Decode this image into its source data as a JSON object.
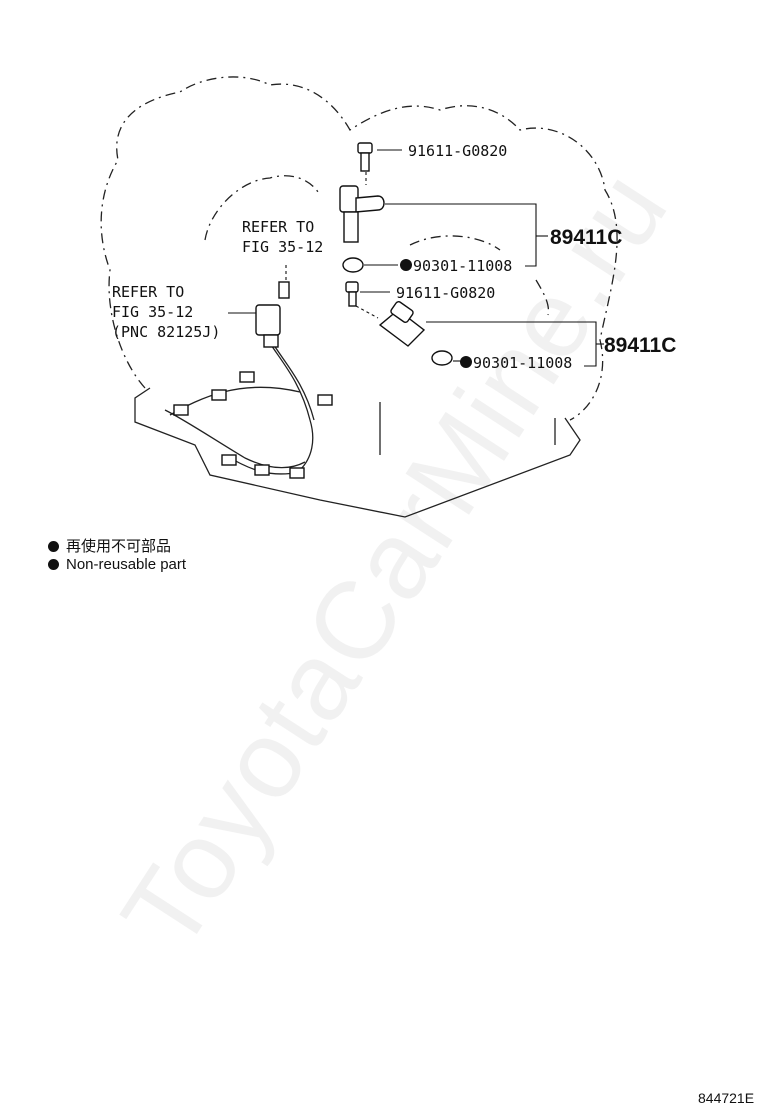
{
  "callouts": {
    "bolt_upper": "91611-G0820",
    "sensor_upper": "89411C",
    "gasket_upper": "90301-11008",
    "bolt_lower": "91611-G0820",
    "sensor_lower": "89411C",
    "gasket_lower": "90301-11008"
  },
  "refer_upper": {
    "line1": "REFER TO",
    "line2": "FIG 35-12"
  },
  "refer_left": {
    "line1": "REFER TO",
    "line2": "FIG 35-12",
    "line3": "(PNC 82125J)"
  },
  "legend": {
    "japanese": "再使用不可部品",
    "english": "Non-reusable part"
  },
  "figure_code": "844721E",
  "watermark": "ToyotaCarMine.ru"
}
